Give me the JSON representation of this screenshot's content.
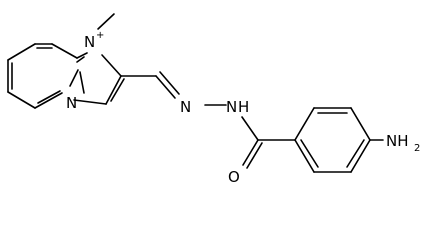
{
  "structure": {
    "atoms": {
      "n_imidazolium": "N",
      "charge": "+",
      "n_bridge": "N",
      "n_hydrazone_1": "N",
      "n_hydrazone_2": "N",
      "nh": "H",
      "o_carbonyl": "O",
      "nh2_n": "NH",
      "nh2_sub": "2"
    },
    "colors": {
      "ink": "#000000",
      "background": "#ffffff"
    }
  }
}
